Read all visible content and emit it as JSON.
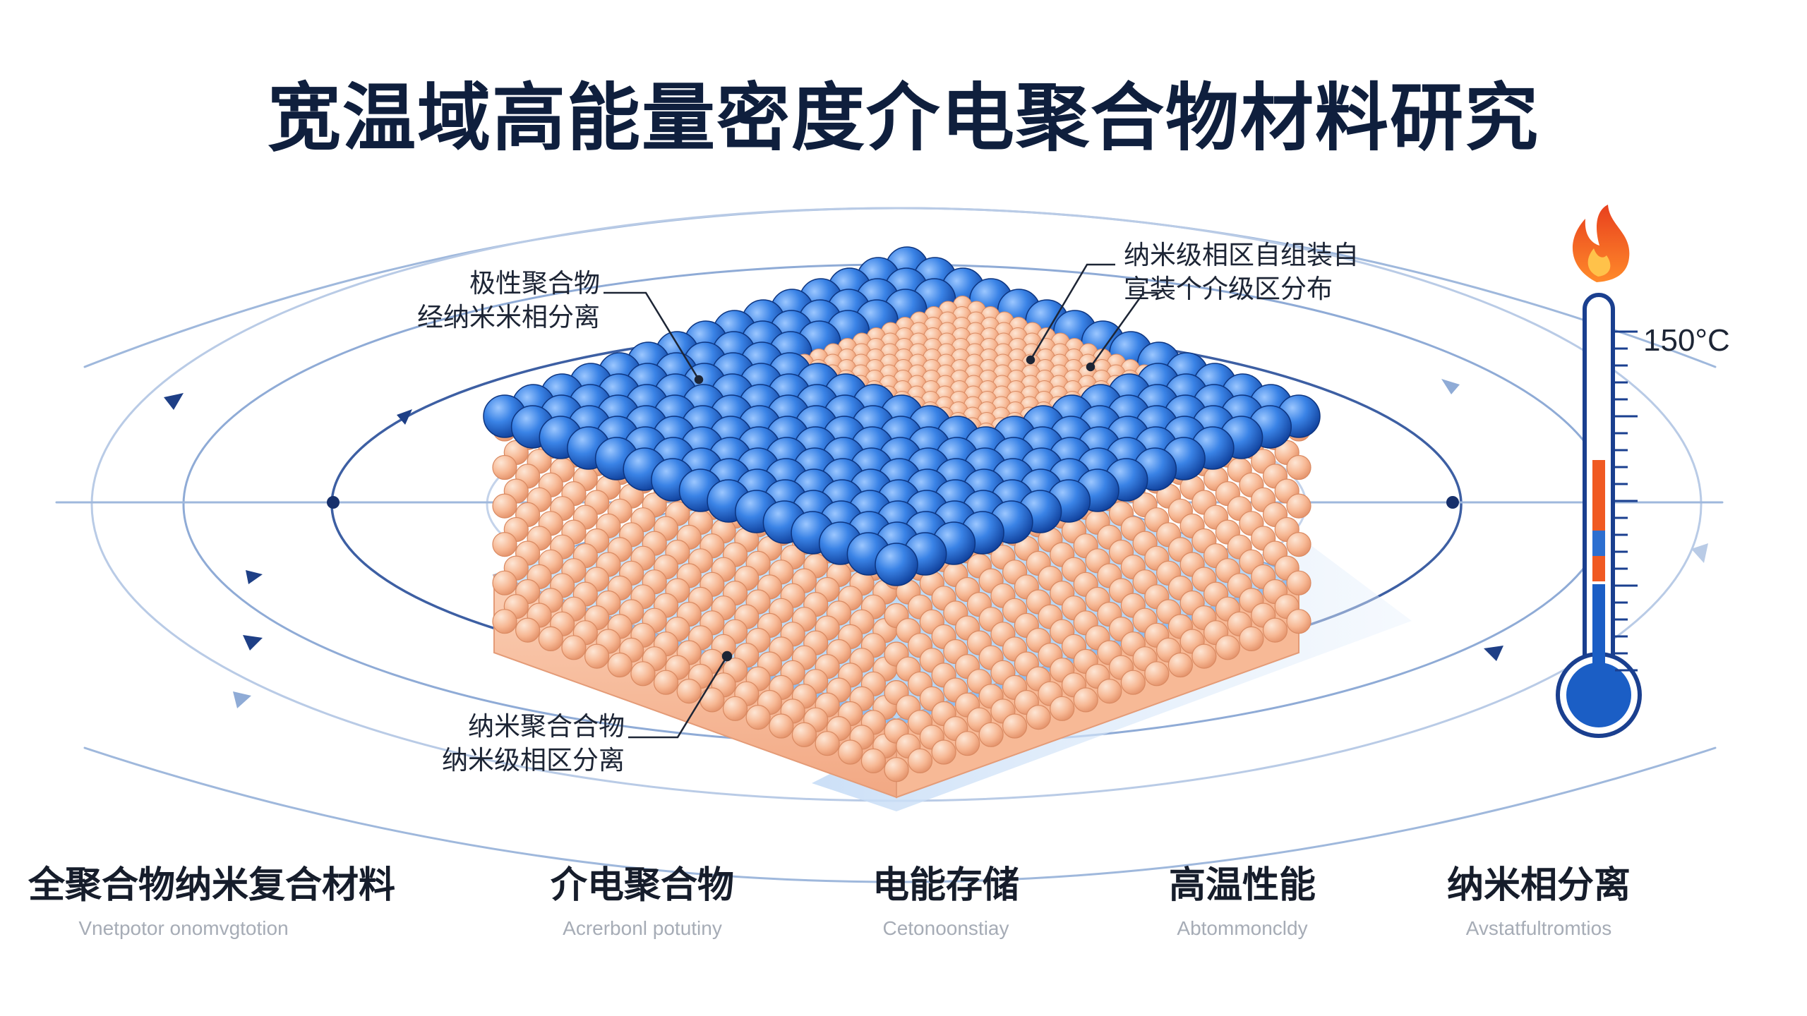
{
  "title": "宽温域高能量密度介电聚合物材料研究",
  "callouts": {
    "top_left": [
      "极性聚合物",
      "经纳米米相分离"
    ],
    "top_right": [
      "纳米级相区自组装自",
      "宣装个介级区分布"
    ],
    "bottom_left": [
      "纳米聚合合物",
      "纳米级相区分离"
    ]
  },
  "thermometer": {
    "label": "150°C",
    "icon": "flame-icon"
  },
  "keywords": [
    {
      "cn": "全聚合物纳米复合材料",
      "en": "Vnetpotor onomvgtotion"
    },
    {
      "cn": "介电聚合物",
      "en": "Acrerbonl potutiny"
    },
    {
      "cn": "电能存储",
      "en": "Cetonoonstiay"
    },
    {
      "cn": "高温性能",
      "en": "Abtommoncldy"
    },
    {
      "cn": "纳米相分离",
      "en": "Avstatfultromtios"
    }
  ],
  "colors": {
    "title": "#0f1f3d",
    "sphere_blue": "#2f73d9",
    "particle_orange": "#f7b48f",
    "substrate_blue": "#b9d9f6",
    "substrate_orange": "#f9bfa0",
    "field_line": "#1e3f86",
    "flame": "#f1562a"
  }
}
